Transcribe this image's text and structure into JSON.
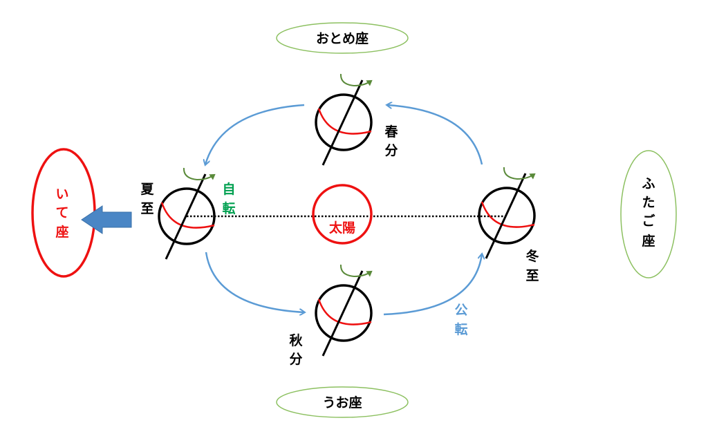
{
  "constellations": {
    "top": "おとめ座",
    "bottom": "うお座",
    "right": [
      "ふ",
      "た",
      "ご",
      "座"
    ],
    "left": [
      "い",
      "て",
      "座"
    ]
  },
  "sun": "太陽",
  "positions": {
    "summer_solstice": [
      "夏",
      "至"
    ],
    "spring_equinox": [
      "春",
      "分"
    ],
    "winter_solstice": [
      "冬",
      "至"
    ],
    "autumn_equinox": [
      "秋",
      "分"
    ]
  },
  "rotation_label": [
    "自",
    "転"
  ],
  "revolution_label": [
    "公",
    "転"
  ],
  "colors": {
    "red": "#ee1111",
    "green_ellipse": "#8cc060",
    "rotation_green": "#00a050",
    "blue": "#5b9bd5",
    "arrow_fill": "#4a86c5"
  }
}
